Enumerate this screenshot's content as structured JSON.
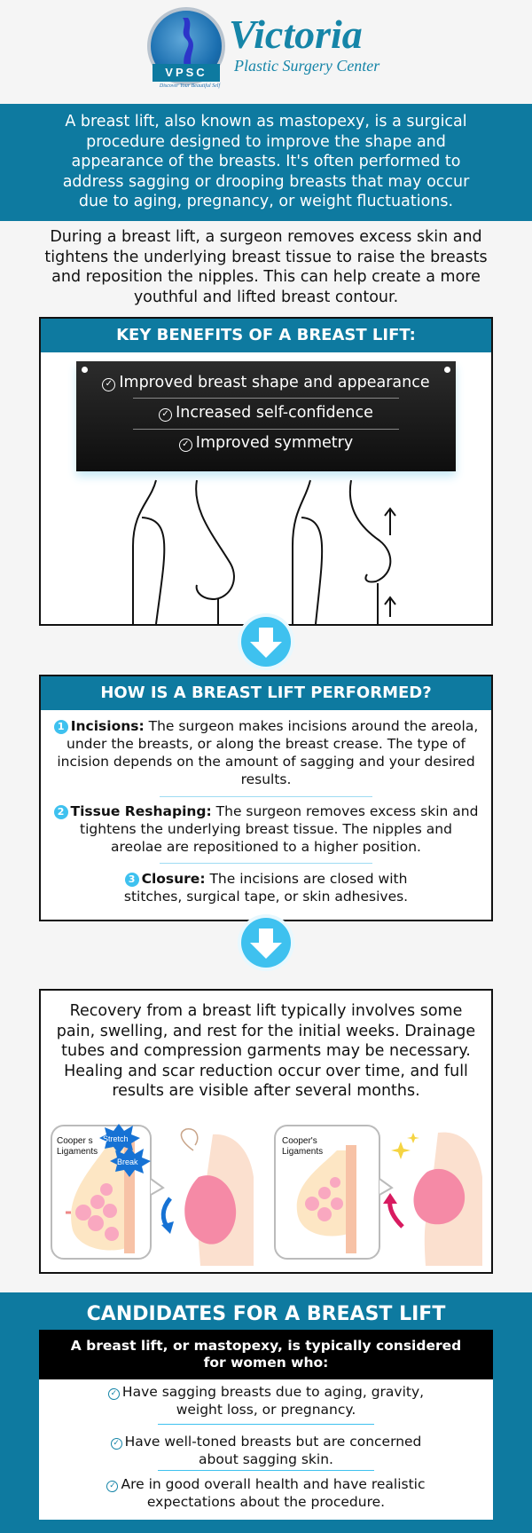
{
  "brand": {
    "name": "Victoria",
    "subtitle": "Plastic Surgery Center",
    "abbr": "VPSC",
    "tagline": "Discover Your Beautiful Self"
  },
  "intro": "A breast lift, also known as mastopexy, is a surgical procedure designed to improve the shape and appearance of the breasts. It's often performed to address sagging or drooping breasts that may occur due to aging, pregnancy, or weight fluctuations.",
  "lead": "During a breast lift, a surgeon removes excess skin and tightens the underlying breast tissue to raise the breasts and reposition the nipples. This can help create a more youthful and lifted breast contour.",
  "benefits": {
    "title": "KEY BENEFITS OF A BREAST LIFT:",
    "items": [
      "Improved breast shape and appearance",
      "Increased self-confidence",
      "Improved symmetry"
    ]
  },
  "perform": {
    "title": "HOW IS A BREAST LIFT PERFORMED?",
    "steps": [
      {
        "num": "1",
        "label": "Incisions:",
        "text": " The surgeon makes incisions around the areola, under the breasts, or along the breast crease. The type of incision depends on the amount of sagging and your desired results."
      },
      {
        "num": "2",
        "label": "Tissue Reshaping:",
        "text": " The surgeon removes excess skin and tightens the underlying breast tissue. The nipples and areolae are repositioned to a higher position."
      },
      {
        "num": "3",
        "label": "Closure:",
        "text": " The incisions are closed with stitches, surgical tape, or skin adhesives."
      }
    ]
  },
  "recovery": {
    "text": "Recovery from a breast lift typically involves some pain, swelling, and rest for the initial weeks. Drainage tubes and compression garments may be necessary. Healing and scar reduction occur over time, and full results are visible after several months.",
    "labels": {
      "coopers_left": "Cooper s",
      "ligaments_left": "Ligaments",
      "stretch": "Stretch",
      "break": "Break",
      "coopers_right": "Cooper's",
      "ligaments_right": "Ligaments"
    }
  },
  "candidates": {
    "title": "CANDIDATES FOR A BREAST LIFT",
    "head_line1": "A breast lift, or mastopexy, is typically considered",
    "head_line2": "for women who:",
    "items": [
      {
        "l1": "Have sagging breasts due to aging, gravity,",
        "l2": "weight loss, or pregnancy."
      },
      {
        "l1": "Have well-toned breasts but are concerned",
        "l2": "about sagging skin."
      },
      {
        "l1": "Are in good overall health and have realistic",
        "l2": "expectations about the procedure."
      }
    ]
  },
  "colors": {
    "teal": "#0e7aa0",
    "cyan": "#3ec1ef",
    "pink": "#f58aa6"
  },
  "icons": [
    "check-circle-icon",
    "arrow-down-icon"
  ]
}
